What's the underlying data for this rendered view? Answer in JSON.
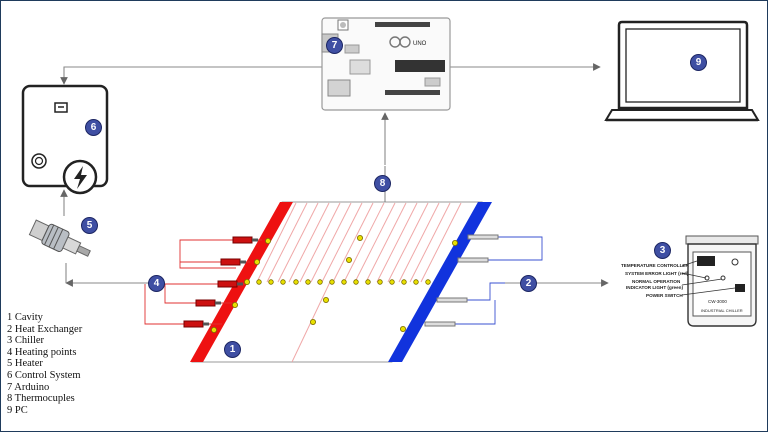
{
  "badges": {
    "b1": "1",
    "b2": "2",
    "b3": "3",
    "b4": "4",
    "b5": "5",
    "b6": "6",
    "b7": "7",
    "b8": "8",
    "b9": "9"
  },
  "legend": [
    "1 Cavity",
    "2 Heat Exchanger",
    "3 Chiller",
    "4 Heating points",
    "5 Heater",
    "6 Control System",
    "7 Arduino",
    "8 Thermocuples",
    "9 PC"
  ],
  "chiller_labels": {
    "temp_controller": "TEMPERATURE CONTROLLER",
    "system_error": "SYSTEM ERROR LIGHT (red)",
    "normal_op": "NORMAL OPERATION",
    "indicator": "INDICATOR LIGHT (green)",
    "power_switch": "POWER SWITCH",
    "model": "CW-3000",
    "brand": "INDUSTRIAL CHILLER"
  },
  "arduino_label": "UNO",
  "colors": {
    "frame": "#1f3b5c",
    "arrow": "#777777",
    "red_wire": "#e03030",
    "blue_wire": "#3a50d0",
    "cavity_red": "#ee1111",
    "cavity_blue": "#1133dd",
    "badge": "#3f4fa3",
    "thermocouple": "#e8e000"
  },
  "icons": [
    "lightning-icon",
    "power-knob-icon",
    "usb-port-icon",
    "laptop-icon",
    "heater-cartridge-icon"
  ]
}
